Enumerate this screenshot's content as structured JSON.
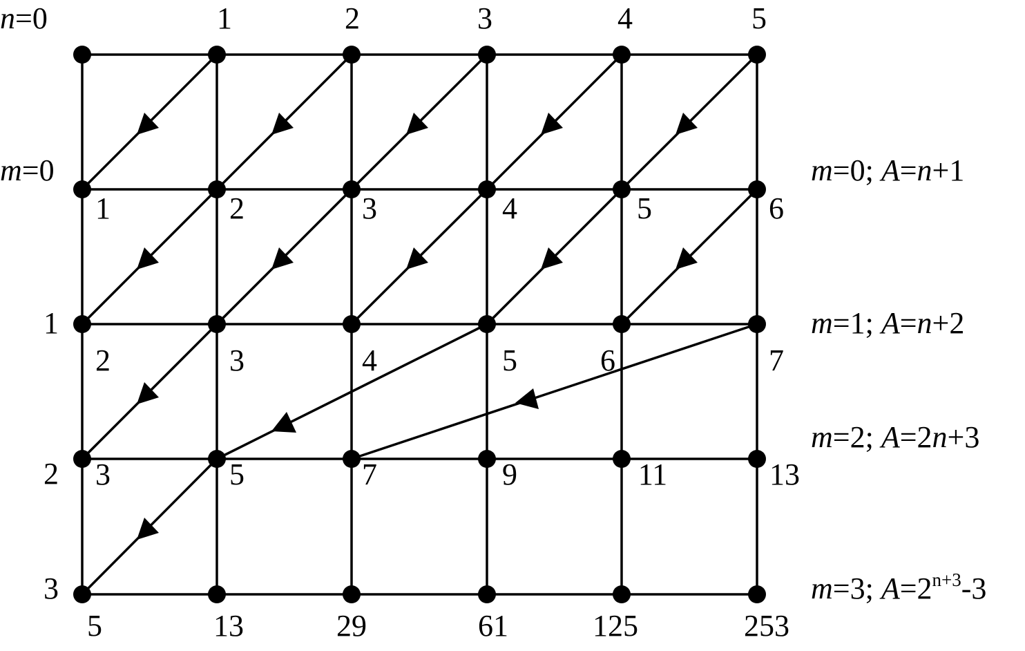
{
  "grid": {
    "n_header": {
      "var": "n",
      "eq": "=",
      "values": [
        "0",
        "1",
        "2",
        "3",
        "4",
        "5"
      ]
    },
    "m_header": {
      "var": "m",
      "eq": "=",
      "values": [
        "0",
        "1",
        "2",
        "3"
      ]
    },
    "node_values": [
      [
        "1",
        "2",
        "3",
        "4",
        "5",
        "6"
      ],
      [
        "2",
        "3",
        "4",
        "5",
        "6",
        "7"
      ],
      [
        "3",
        "5",
        "7",
        "9",
        "11",
        "13"
      ],
      [
        "5",
        "13",
        "29",
        "61",
        "125",
        "253"
      ]
    ],
    "formulas": [
      {
        "m": "m",
        "m_val": "=0; ",
        "A": "A",
        "rest": "=",
        "n": "n",
        "tail": "+1"
      },
      {
        "m": "m",
        "m_val": "=1; ",
        "A": "A",
        "rest": "=",
        "n": "n",
        "tail": "+2"
      },
      {
        "m": "m",
        "m_val": "=2; ",
        "A": "A",
        "rest": "=2",
        "n": "n",
        "tail": "+3"
      },
      {
        "m": "m",
        "m_val": "=3; ",
        "A": "A",
        "rest": "=2",
        "sup": "n+3",
        "tail": "-3"
      }
    ]
  },
  "colors": {
    "stroke": "#000000",
    "background": "#ffffff"
  }
}
